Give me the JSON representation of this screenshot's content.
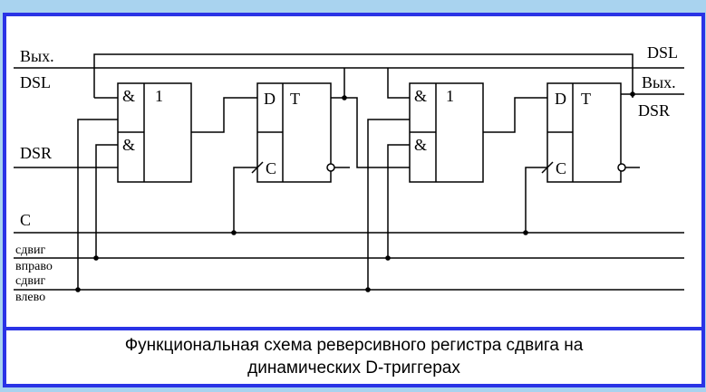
{
  "diagram": {
    "left_labels": {
      "out": "Вых.",
      "dsl": "DSL",
      "dsr": "DSR",
      "c": "C",
      "shift_right_1": "сдвиг",
      "shift_right_2": "вправо",
      "shift_left_1": "сдвиг",
      "shift_left_2": "влево"
    },
    "right_labels": {
      "dsl": "DSL",
      "out": "Вых.",
      "dsr": "DSR"
    },
    "gate": {
      "and_symbol": "&",
      "or_symbol": "1"
    },
    "trigger": {
      "d_label": "D",
      "t_label": "T",
      "c_label": "C"
    }
  },
  "caption": {
    "line1": "Функциональная схема реверсивного регистра сдвига на",
    "line2": "динамических D-триггерах"
  },
  "colors": {
    "frame": "#2a33e6",
    "background": "#a9d3ef"
  }
}
